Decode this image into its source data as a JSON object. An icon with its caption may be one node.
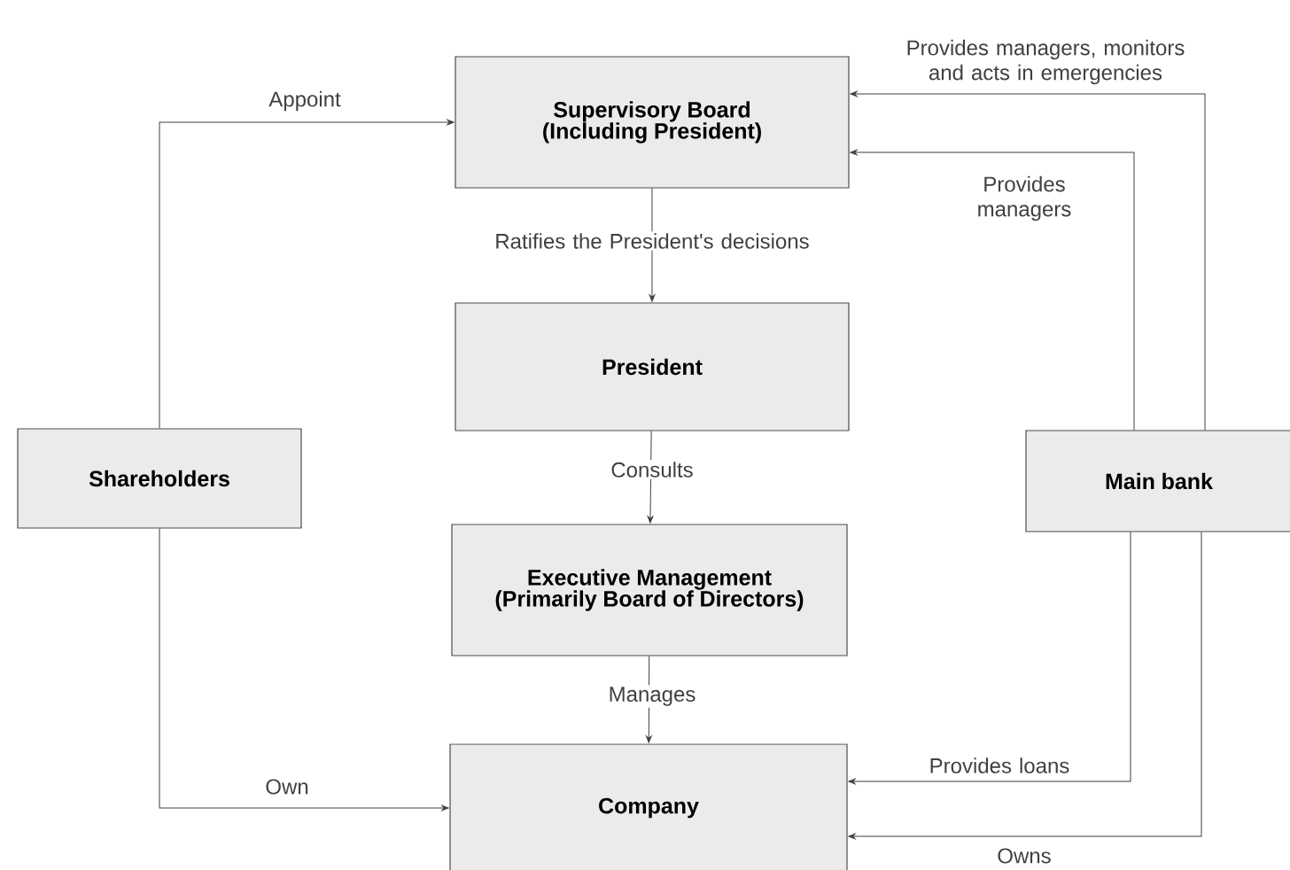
{
  "diagram": {
    "nodes": [
      {
        "text": [
          "Supervisory Board (Including President)"
        ]
      },
      {
        "text": [
          "President"
        ]
      },
      {
        "text": [
          "Shareholders"
        ]
      },
      {
        "text": [
          "Main bank"
        ]
      },
      {
        "text": [
          "Executive Management (Primarily Board of Directors)"
        ]
      },
      {
        "text": [
          "Company"
        ]
      }
    ],
    "edges": [
      {
        "from": 2,
        "to": 0,
        "arrow": "to",
        "label": "Appoint"
      },
      {
        "from": 2,
        "to": 5,
        "arrow": "to",
        "label": "Own"
      },
      {
        "from": 0,
        "to": 1,
        "arrow": "to",
        "label": "Ratifies the President's decisions"
      },
      {
        "from": 1,
        "to": 4,
        "arrow": "to",
        "label": "Consults"
      },
      {
        "from": 4,
        "to": 5,
        "arrow": "to",
        "label": "Manages"
      },
      {
        "from": 3,
        "to": 0,
        "arrow": "to",
        "label": "Provides managers, monitors and acts in emergencies"
      },
      {
        "from": 3,
        "to": 0,
        "arrow": "to",
        "label": "Provides managers"
      },
      {
        "from": 3,
        "to": 5,
        "arrow": "to",
        "label": "Provides loans"
      },
      {
        "from": 3,
        "to": 5,
        "arrow": "to",
        "label": "Owns"
      }
    ]
  }
}
